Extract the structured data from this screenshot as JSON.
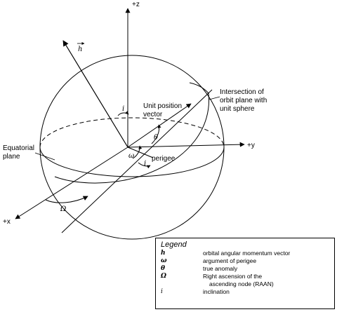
{
  "axes": {
    "z": "+z",
    "y": "+y",
    "x": "+x"
  },
  "labels": {
    "h_vector": "h",
    "unit_position_line1": "Unit position",
    "unit_position_line2": "vector",
    "intersection_line1": "Intersection of",
    "intersection_line2": "orbit plane with",
    "intersection_line3": "unit sphere",
    "equatorial_line1": "Equatorial",
    "equatorial_line2": "plane",
    "perigee": "perigee",
    "theta": "θ",
    "omega_small": "ω",
    "inclination_upper": "i",
    "inclination_lower": "i",
    "raan": "Ω"
  },
  "legend": {
    "title": "Legend",
    "rows": [
      {
        "symbol": "h",
        "text": "orbital angular momentum vector"
      },
      {
        "symbol": "ω",
        "text": "argument of perigee"
      },
      {
        "symbol": "θ",
        "text": "true anomaly"
      },
      {
        "symbol": "Ω",
        "text": "Right ascension of the"
      },
      {
        "symbol": "i",
        "text": "inclination"
      }
    ],
    "raan_continuation": "ascending node (RAAN)"
  }
}
